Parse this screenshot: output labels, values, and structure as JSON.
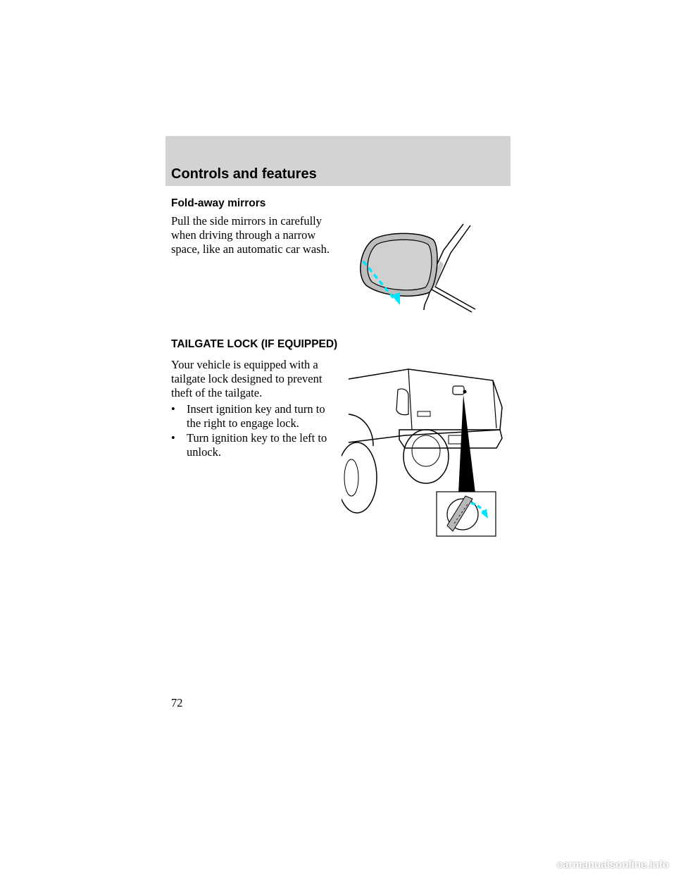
{
  "header": {
    "title": "Controls and features"
  },
  "section1": {
    "heading": "Fold-away mirrors",
    "body": "Pull the side mirrors in carefully when driving through a narrow space, like an automatic car wash."
  },
  "section2": {
    "heading": "TAILGATE LOCK (IF EQUIPPED)",
    "body": "Your vehicle is equipped with a tailgate lock designed to prevent theft of the tailgate.",
    "bullets": [
      {
        "marker": "•",
        "text": "Insert ignition key and turn to the right to engage lock."
      },
      {
        "marker": "•",
        "text": "Turn ignition key to the left to unlock."
      }
    ]
  },
  "footer": {
    "page_number": "72"
  },
  "watermark": "carmanualsonline.info",
  "colors": {
    "header_band": "#d3d3d3",
    "arrow": "#00e5ff",
    "mirror_glass": "#c8c8c8"
  }
}
